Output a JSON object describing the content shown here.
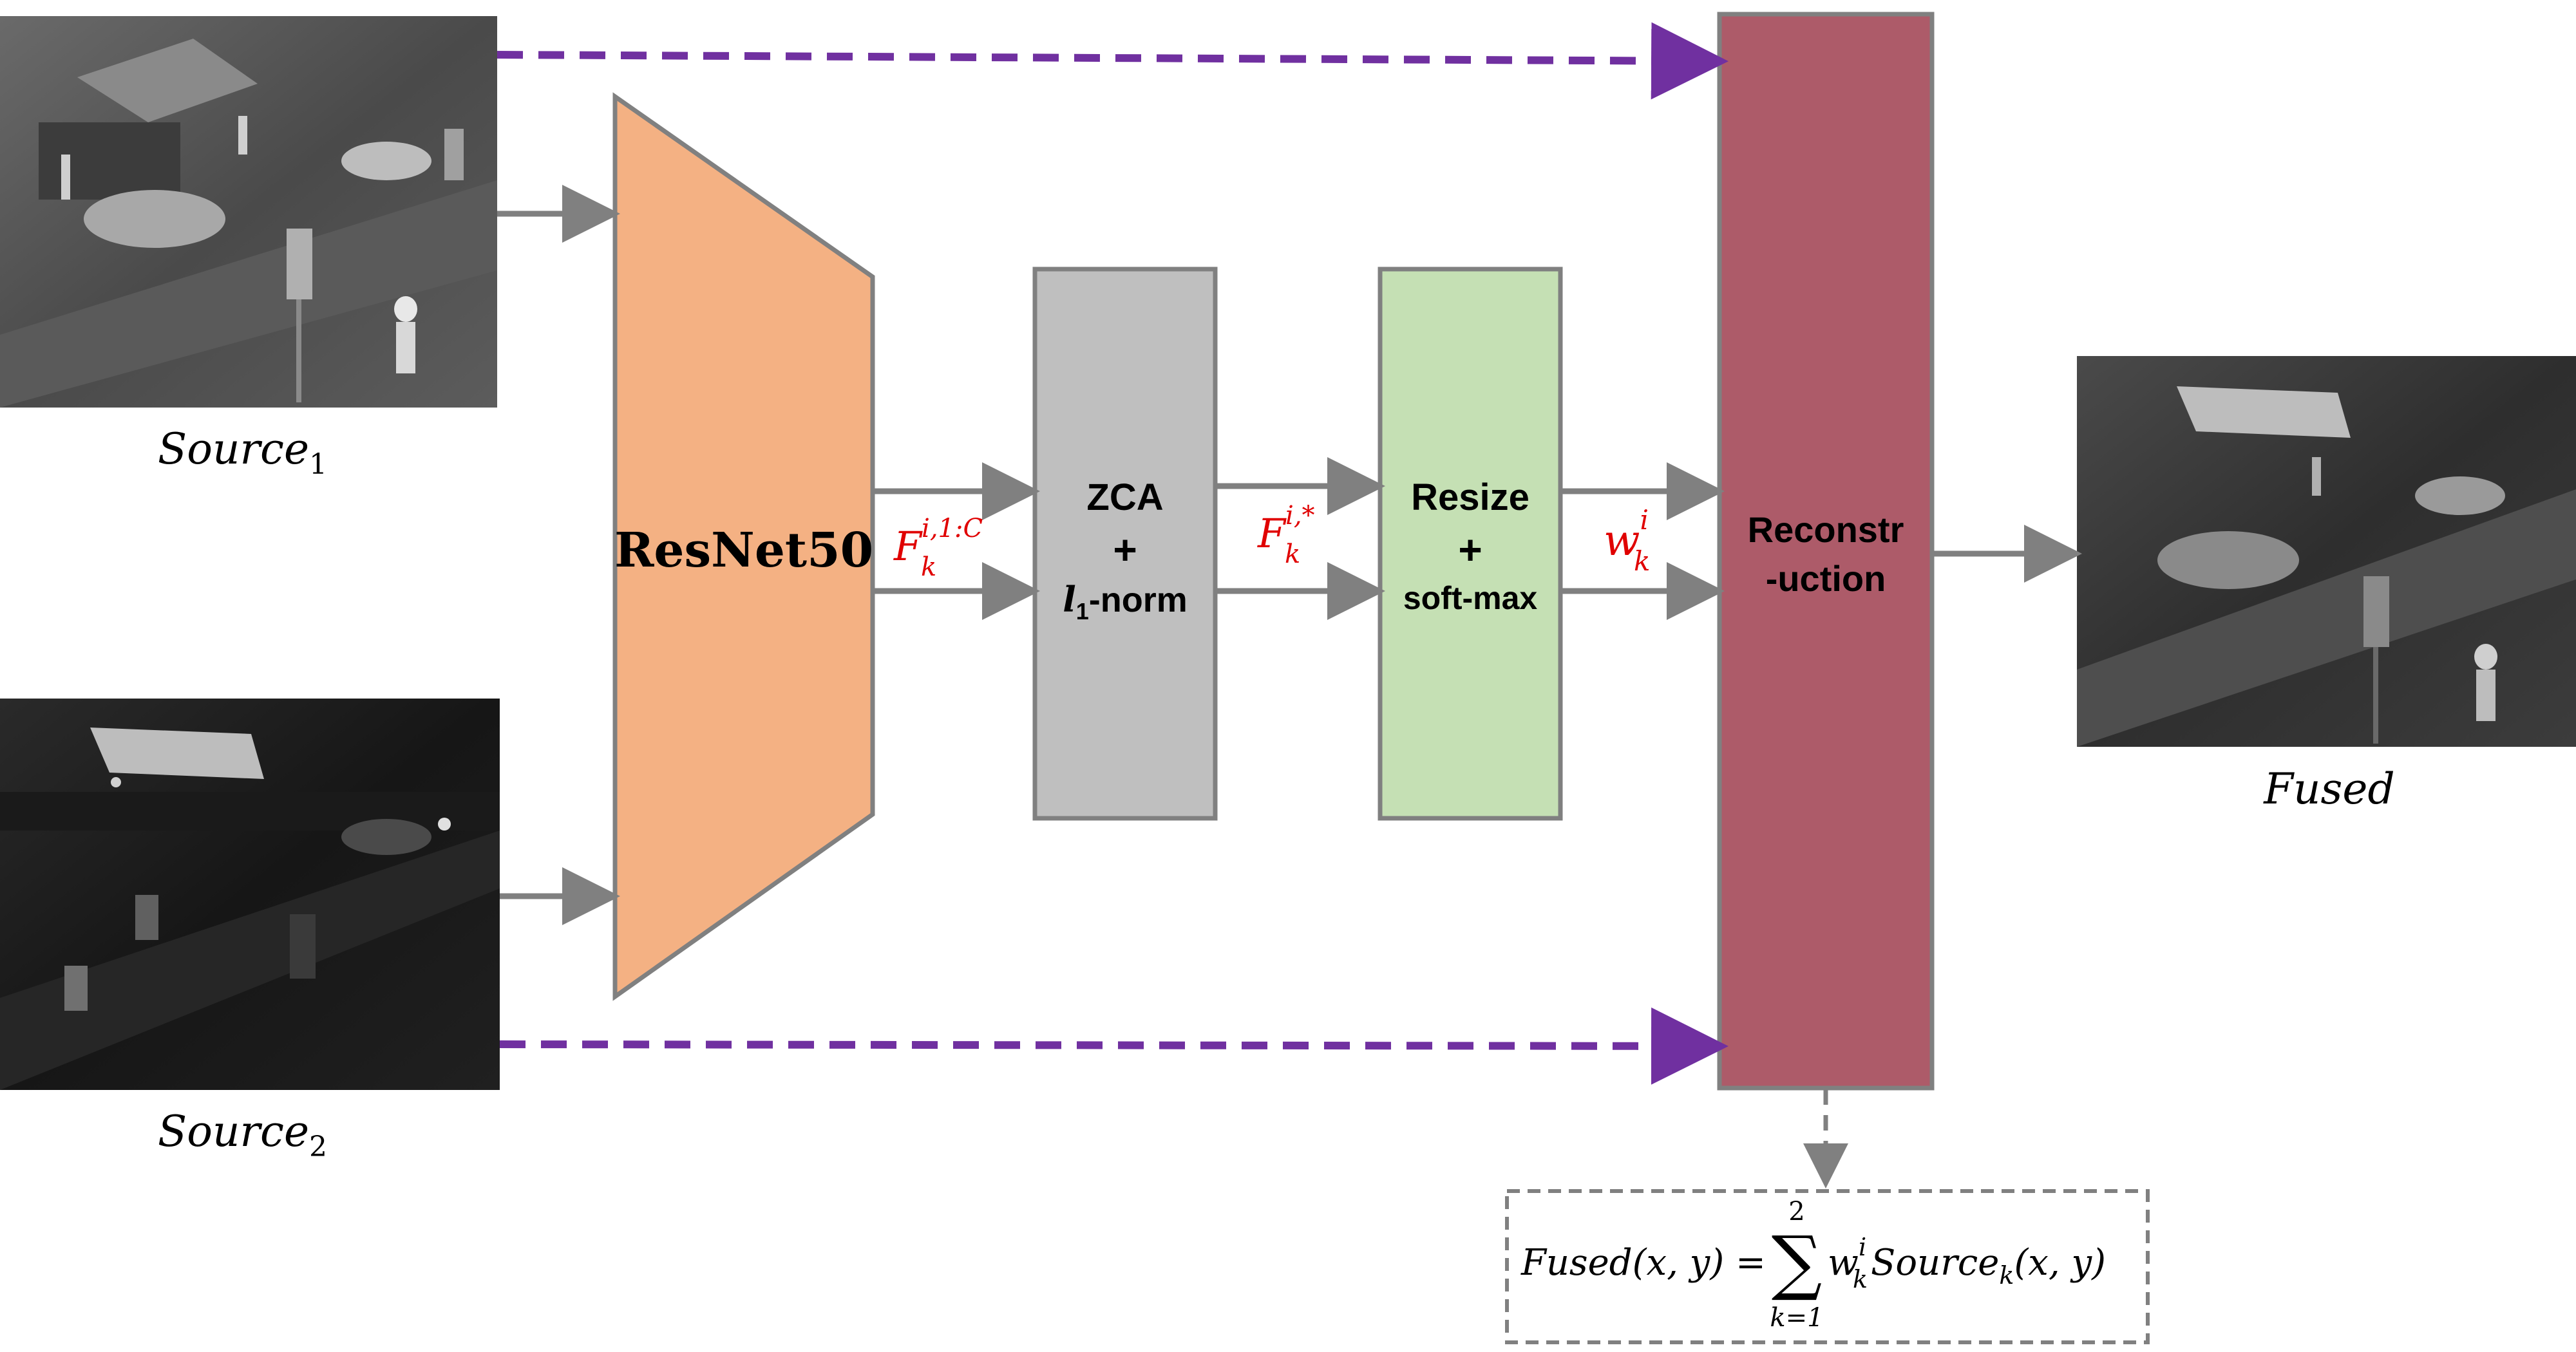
{
  "source1": {
    "base": "Source",
    "sub": "1"
  },
  "source2": {
    "base": "Source",
    "sub": "2"
  },
  "fused_label": "Fused",
  "resnet_label": "ResNet50",
  "zca": {
    "line1": "ZCA",
    "plus": "+",
    "l_base": "l",
    "l_sub": "1",
    "l_rest": "-norm"
  },
  "resize": {
    "line1": "Resize",
    "plus": "+",
    "line2": "soft-max"
  },
  "recon": {
    "line1": "Reconstr",
    "line2": "-uction"
  },
  "feat1": {
    "base": "F",
    "sup": "i,1:C",
    "sub": "k"
  },
  "feat2": {
    "base": "F",
    "sup": "i,*",
    "sub": "k"
  },
  "weight": {
    "base": "w",
    "sup": "i",
    "sub": "k"
  },
  "formula": {
    "lhs": "Fused(x, y) =",
    "sum_top": "2",
    "sum_symbol": "∑",
    "sum_bottom": "k=1",
    "w_base": "w",
    "w_sup": "i",
    "w_sub": "k",
    "src": "Source",
    "src_sub": "k",
    "args": "(x, y)"
  },
  "colors": {
    "resnet": "#F4B183",
    "zca": "#BFBFBF",
    "resize": "#C5E0B4",
    "recon": "#AD5B69",
    "arrow": "#808080",
    "dashed": "#7030A0",
    "feature_text": "#E00000"
  }
}
